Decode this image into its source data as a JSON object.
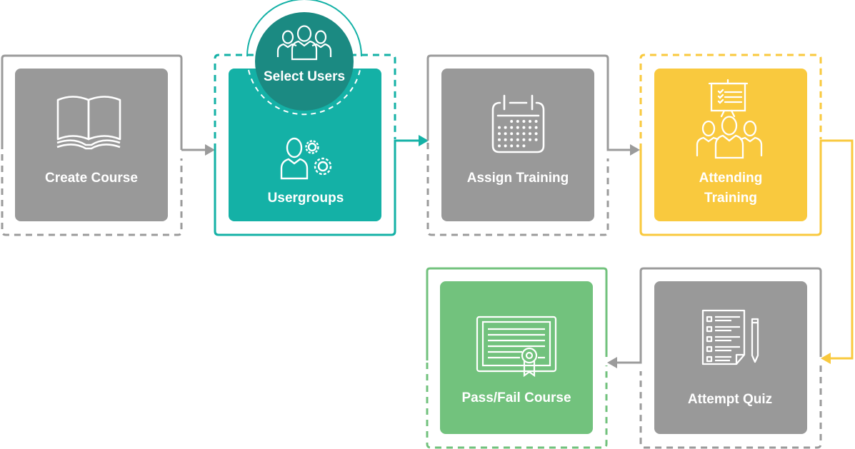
{
  "title": "Training workflow",
  "colors": {
    "gray": "#999999",
    "gray_line": "#9b9b9b",
    "teal": "#14b1a6",
    "teal_dark": "#1b8a82",
    "yellow": "#f9c93e",
    "green": "#72c27d",
    "white": "#ffffff"
  },
  "steps": [
    {
      "id": "create-course",
      "label": "Create Course",
      "icon": "open-book-icon",
      "color": "gray"
    },
    {
      "id": "usergroups",
      "label": "Usergroups",
      "icon": "user-gears-icon",
      "color": "teal"
    },
    {
      "id": "assign-training",
      "label": "Assign Training",
      "icon": "calendar-icon",
      "color": "gray"
    },
    {
      "id": "attending-training",
      "label_lines": [
        "Attending",
        "Training"
      ],
      "icon": "presentation-audience-icon",
      "color": "yellow"
    },
    {
      "id": "attempt-quiz",
      "label": "Attempt Quiz",
      "icon": "checklist-pencil-icon",
      "color": "gray"
    },
    {
      "id": "pass-fail-course",
      "label": "Pass/Fail Course",
      "icon": "certificate-icon",
      "color": "green"
    }
  ],
  "badge": {
    "label": "Select Users",
    "icon": "user-group-icon",
    "attached_to": "usergroups"
  },
  "flow": [
    {
      "from": "create-course",
      "to": "usergroups"
    },
    {
      "from": "usergroups",
      "to": "assign-training"
    },
    {
      "from": "assign-training",
      "to": "attending-training"
    },
    {
      "from": "attending-training",
      "to": "attempt-quiz"
    },
    {
      "from": "attempt-quiz",
      "to": "pass-fail-course"
    }
  ]
}
